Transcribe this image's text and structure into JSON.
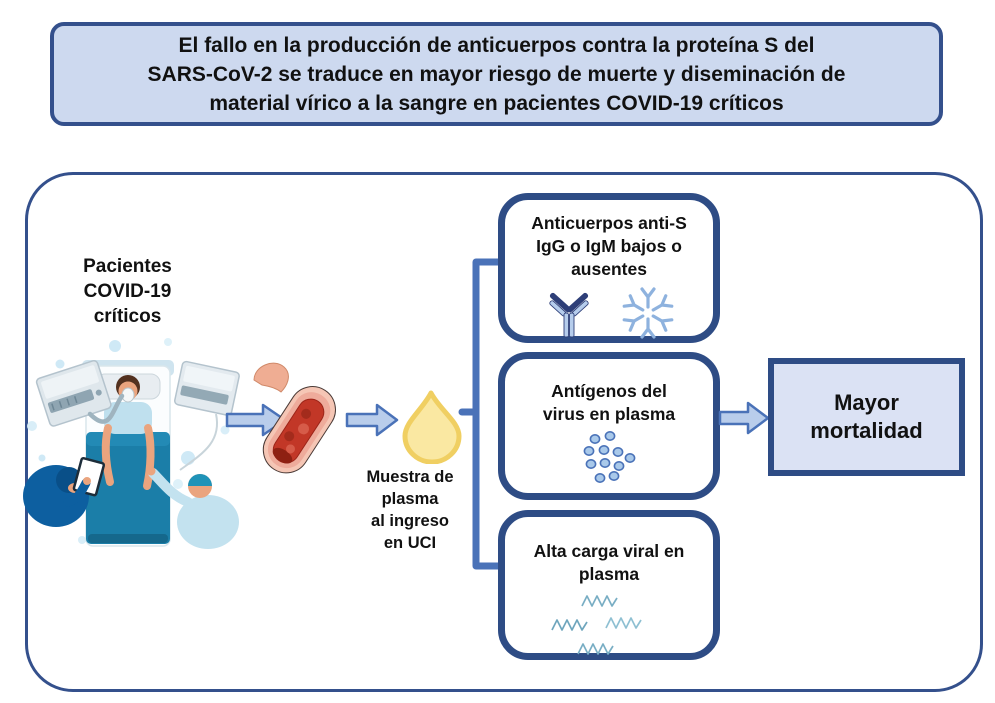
{
  "colors": {
    "canvas_bg": "#ffffff",
    "title_fill": "#cdd9ef",
    "title_border": "#34508c",
    "panel_border": "#34508c",
    "finding_border": "#2e4c85",
    "finding_fill": "#ffffff",
    "outcome_fill": "#dbe2f4",
    "outcome_border": "#2e4c85",
    "arrow_fill": "#b9cdeb",
    "arrow_stroke": "#4a72b8",
    "bracket_stroke": "#4a72b8",
    "plasma_fill": "#fae8a2",
    "plasma_stroke": "#f0cf62",
    "text_color": "#111111"
  },
  "title": {
    "lines": [
      "El fallo en la producción de anticuerpos contra la proteína S del",
      "SARS-CoV-2 se traduce en mayor riesgo de muerte y diseminación de",
      "material vírico a la sangre en pacientes COVID-19 críticos"
    ]
  },
  "patients_label": {
    "lines": [
      "Pacientes",
      "COVID-19",
      "críticos"
    ]
  },
  "sample_label": {
    "lines": [
      "Muestra de",
      "plasma",
      "al ingreso",
      "en UCI"
    ]
  },
  "findings": [
    {
      "lines": [
        "Anticuerpos anti-S",
        "IgG o IgM bajos o",
        "ausentes"
      ],
      "icons": [
        "igg-antibody-icon",
        "igm-antibody-icon"
      ]
    },
    {
      "lines": [
        "Antígenos del",
        "virus en plasma"
      ],
      "icons": [
        "virus-antigen-dots-icon"
      ]
    },
    {
      "lines": [
        "Alta carga viral en",
        "plasma"
      ],
      "icons": [
        "viral-rna-strands-icon"
      ]
    }
  ],
  "outcome": {
    "lines": [
      "Mayor",
      "mortalidad"
    ]
  },
  "illustration": {
    "description_icons": [
      "icu-bed-patient-icon",
      "ventilator-icon",
      "monitor-icon",
      "clinician-tablet-icon",
      "clinician-icon",
      "blood-vessel-icon",
      "plasma-drop-icon"
    ]
  }
}
